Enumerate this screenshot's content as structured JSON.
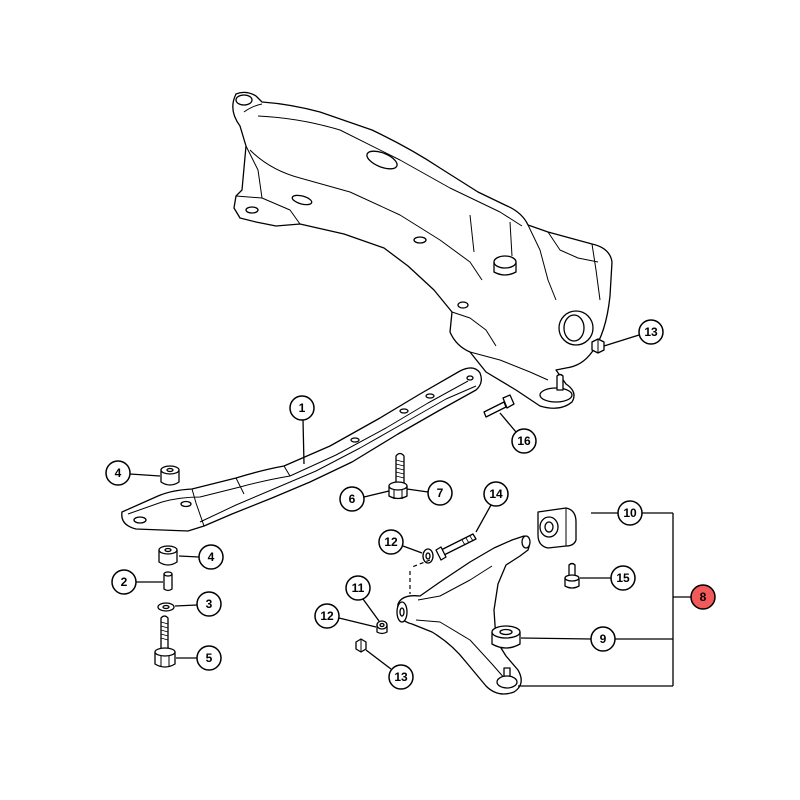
{
  "callouts": [
    {
      "label": "13"
    },
    {
      "label": "16"
    },
    {
      "label": "1"
    },
    {
      "label": "4"
    },
    {
      "label": "6"
    },
    {
      "label": "7"
    },
    {
      "label": "14"
    },
    {
      "label": "10"
    },
    {
      "label": "12"
    },
    {
      "label": "4"
    },
    {
      "label": "2"
    },
    {
      "label": "15"
    },
    {
      "label": "3"
    },
    {
      "label": "11"
    },
    {
      "label": "12"
    },
    {
      "label": "8",
      "highlighted": true
    },
    {
      "label": "9"
    },
    {
      "label": "5"
    },
    {
      "label": "13"
    }
  ],
  "colors": {
    "highlight": "#f25a5a",
    "background": "#ffffff"
  }
}
